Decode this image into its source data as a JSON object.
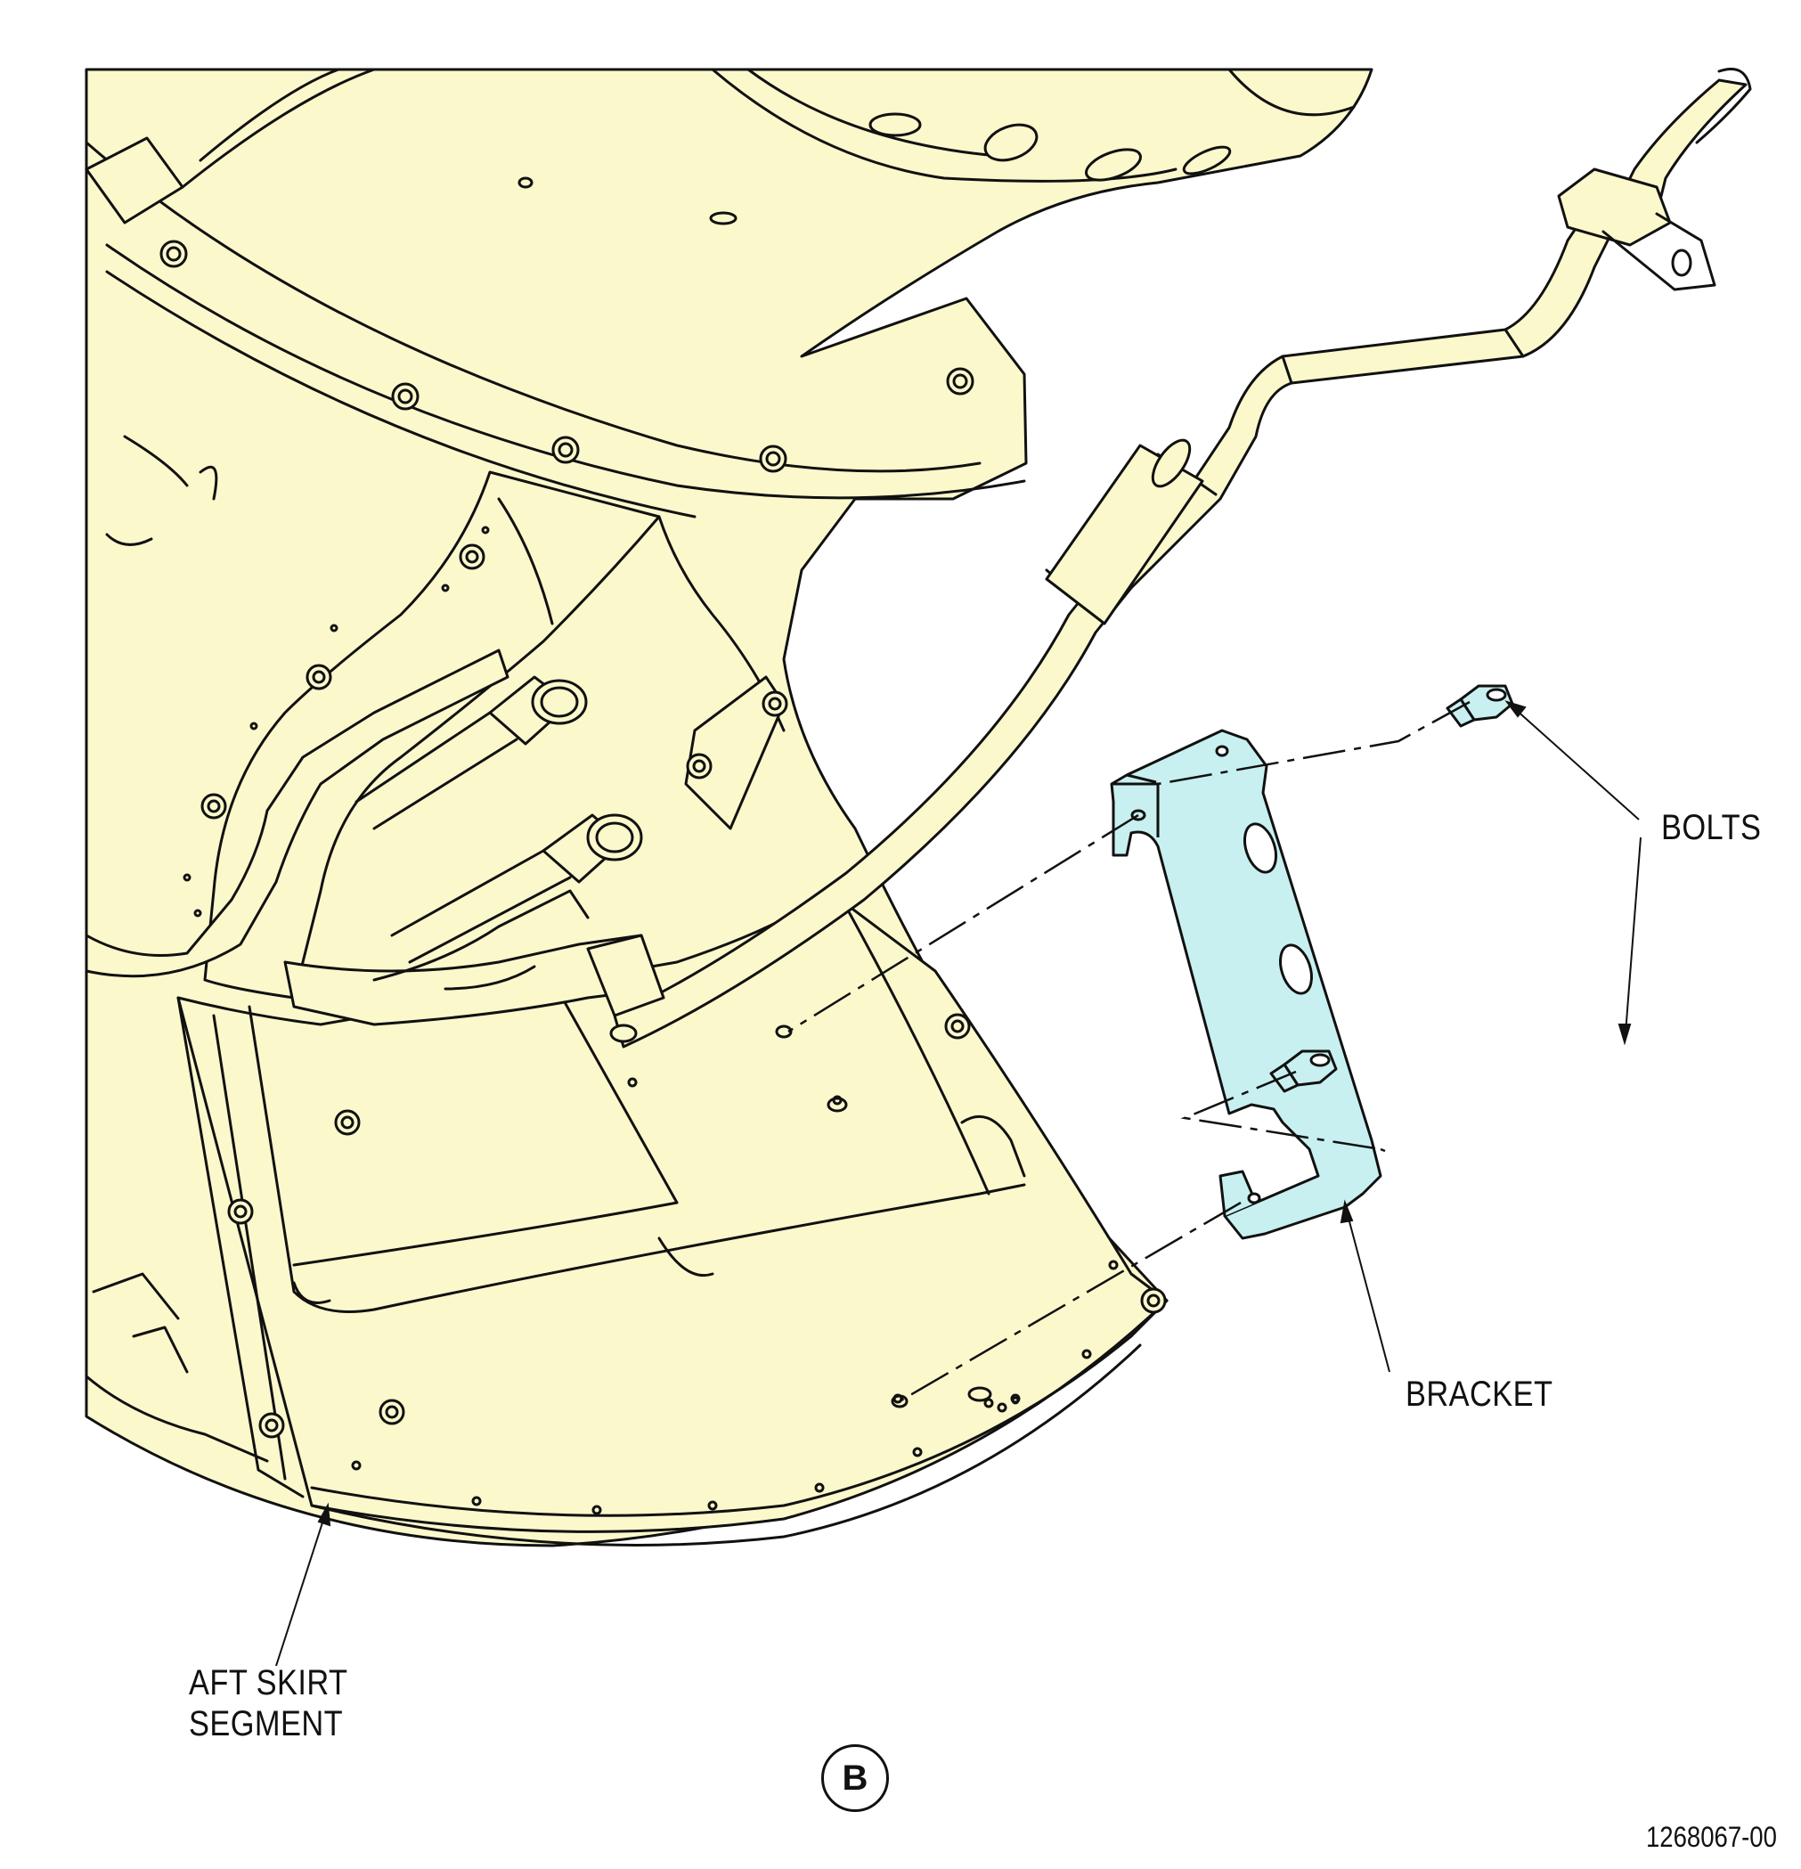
{
  "callouts": {
    "bolts": "BOLTS",
    "bracket": "BRACKET",
    "aft_skirt_line1": "AFT SKIRT",
    "aft_skirt_line2": "SEGMENT"
  },
  "view_letter": "B",
  "figure_number": "1268067-00",
  "colors": {
    "engine_fill": "#fbf8cc",
    "bracket_fill": "#c8f0f0",
    "line": "#111111",
    "background": "#ffffff"
  },
  "icons": [
    "bolt-icon",
    "leader-arrow-icon",
    "view-letter-circle-icon"
  ]
}
